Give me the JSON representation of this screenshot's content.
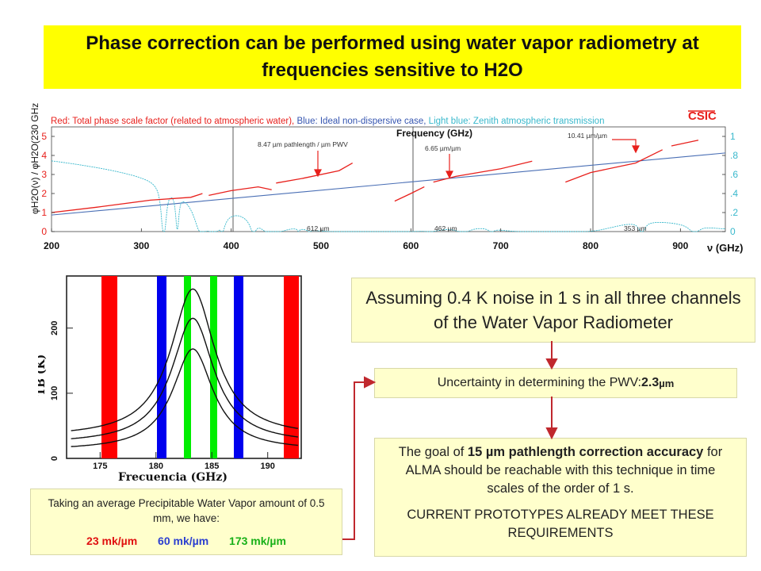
{
  "slide_title": "Phase correction can be performed using water vapor radiometry at frequencies sensitive to H2O",
  "top_chart": {
    "legend_red": "Red: Total phase scale factor (related to atmospheric water), ",
    "legend_blue": "Blue: Ideal non-dispersive case, ",
    "legend_lightblue": "Light blue: Zenith atmospheric transmission",
    "logo": "CSIC",
    "freq_label": "Frequency (GHz)",
    "nu_label": "ν (GHz)",
    "y_label": "φH2O(ν) / φH2O(230 GHz)",
    "x_ticks": [
      "200",
      "300",
      "400",
      "500",
      "600",
      "700",
      "800",
      "900"
    ],
    "left_ticks": [
      "0",
      "1",
      "2",
      "3",
      "4",
      "5"
    ],
    "right_ticks": [
      "0",
      ".2",
      ".4",
      ".6",
      ".8",
      "1"
    ],
    "annotations": [
      "8.47 µm pathlength / µm PWV",
      "6.65 µm/µm",
      "10.41 µm/µm"
    ],
    "band_labels": [
      "612 µm",
      "462 µm",
      "353 µm"
    ],
    "colors": {
      "red": "#e8201c",
      "blue": "#4a6fb5",
      "lightblue": "#38b8cc"
    }
  },
  "bottom_chart": {
    "y_label": "TB (K)",
    "x_label": "Frecuencia (GHz)",
    "x_ticks": [
      "175",
      "180",
      "185",
      "190"
    ],
    "y_ticks": [
      "0",
      "100",
      "200"
    ],
    "colors": {
      "red": "#ff0000",
      "blue": "#0000ee",
      "green": "#00ee00"
    }
  },
  "noise_box": "Assuming 0.4 K noise in 1 s in all three channels of the Water Vapor Radiometer",
  "uncertainty": {
    "label": "Uncertainty in determining the PWV: ",
    "value": "2.3",
    "unit": " µm"
  },
  "goal": {
    "pre": "The goal of ",
    "bold": "15 µm pathlength correction accuracy",
    "post": " for ALMA should be reachable with this technique in time scales of the order of 1 s.",
    "caps": "CURRENT PROTOTYPES ALREADY MEET THESE REQUIREMENTS"
  },
  "pwv_box": {
    "text": "Taking an average Precipitable Water Vapor amount of 0.5 mm, we have:",
    "values": [
      "23 mk/µm",
      "60 mk/µm",
      "173 mk/µm"
    ],
    "value_colors": [
      "#e01010",
      "#2b3fd0",
      "#18b018"
    ]
  }
}
